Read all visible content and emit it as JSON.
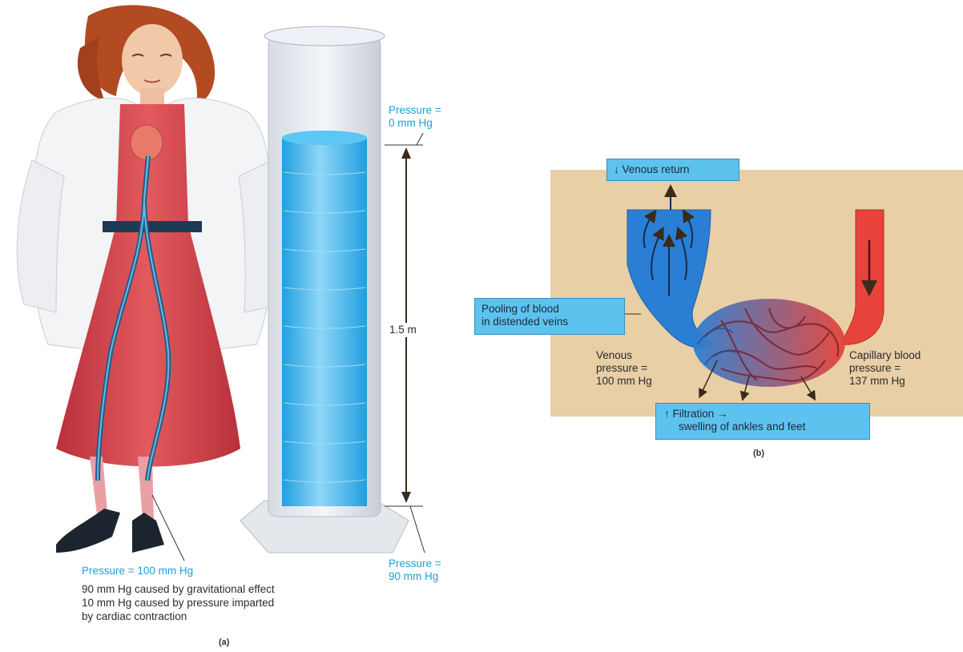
{
  "panel_a": {
    "caption": "(a)",
    "top_pressure": [
      "Pressure =",
      "0 mm Hg"
    ],
    "bottom_pressure": [
      "Pressure =",
      "90 mm Hg"
    ],
    "height_label": "1.5 m",
    "foot_pressure": "Pressure = 100 mm Hg",
    "notes": [
      "90 mm Hg caused by gravitational effect",
      "10 mm Hg caused by pressure imparted",
      "by cardiac contraction"
    ]
  },
  "panel_b": {
    "caption": "(b)",
    "venous_return": "↓ Venous return",
    "pooling": [
      "Pooling of blood",
      "in distended veins"
    ],
    "venous_pressure": [
      "Venous",
      "pressure =",
      "100 mm Hg"
    ],
    "capillary_pressure": [
      "Capillary blood",
      "pressure =",
      "137 mm Hg"
    ],
    "filtration": [
      "↑ Filtration →",
      "swelling of ankles and feet"
    ]
  },
  "colors": {
    "text_cyan": "#1aa3d6",
    "box_fill": "#5ec2ee",
    "tissue_bg": "#e8cfa6",
    "vein_blue": "#2a7fd4",
    "artery_red": "#e8433a",
    "dress_red": "#d8434a",
    "liquid_blue": "#3fb8f0"
  }
}
